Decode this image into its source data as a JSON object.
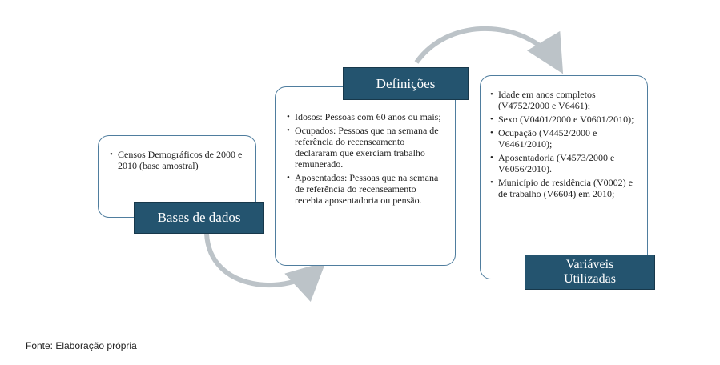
{
  "bases": {
    "label": "Bases de dados",
    "items": [
      "Censos Demográficos de 2000 e 2010 (base amostral)"
    ]
  },
  "definicoes": {
    "label": "Definições",
    "items": [
      "Idosos: Pessoas com 60 anos ou mais;",
      "Ocupados: Pessoas que na semana de referência do recenseamento declararam que exerciam trabalho remunerado.",
      "Aposentados: Pessoas que na semana de referência do recenseamento recebia aposentadoria ou pensão."
    ]
  },
  "variaveis": {
    "label_line1": "Variáveis",
    "label_line2": "Utilizadas",
    "items": [
      "Idade em anos completos (V4752/2000 e V6461);",
      "Sexo (V0401/2000 e V0601/2010);",
      "Ocupação (V4452/2000 e V6461/2010);",
      "Aposentadoria (V4573/2000 e V6056/2010).",
      "Município de residência (V0002) e de trabalho (V6604) em 2010;"
    ]
  },
  "caption": "Fonte: Elaboração própria",
  "colors": {
    "label_bg": "#24546f",
    "border": "#4f7d9e",
    "arrow": "#bcc3c8"
  }
}
